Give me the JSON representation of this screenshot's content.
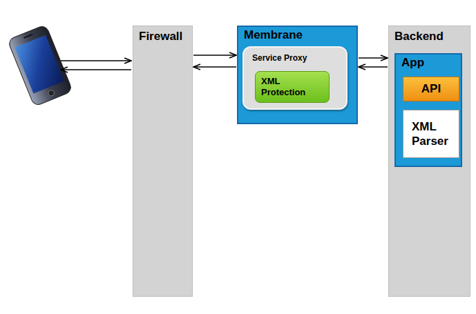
{
  "diagram": {
    "nodes": [
      {
        "text": [
          "Firewall"
        ]
      },
      {
        "text": [
          "Membrane"
        ]
      },
      {
        "text": [
          "Service Proxy"
        ],
        "in": 1
      },
      {
        "text": [
          "XML Protection"
        ],
        "in": 2
      },
      {
        "text": [
          "Backend"
        ]
      },
      {
        "text": [
          "App"
        ],
        "in": 4
      },
      {
        "text": [
          "API"
        ],
        "in": 5
      },
      {
        "text": [
          "XML Parser"
        ],
        "in": 5
      }
    ],
    "edges": [
      {
        "from": 0,
        "to": 1,
        "arrow": "to"
      },
      {
        "from": 1,
        "to": 0,
        "arrow": "to"
      },
      {
        "from": 1,
        "to": 4,
        "arrow": "to"
      },
      {
        "from": 4,
        "to": 1,
        "arrow": "to"
      }
    ]
  }
}
